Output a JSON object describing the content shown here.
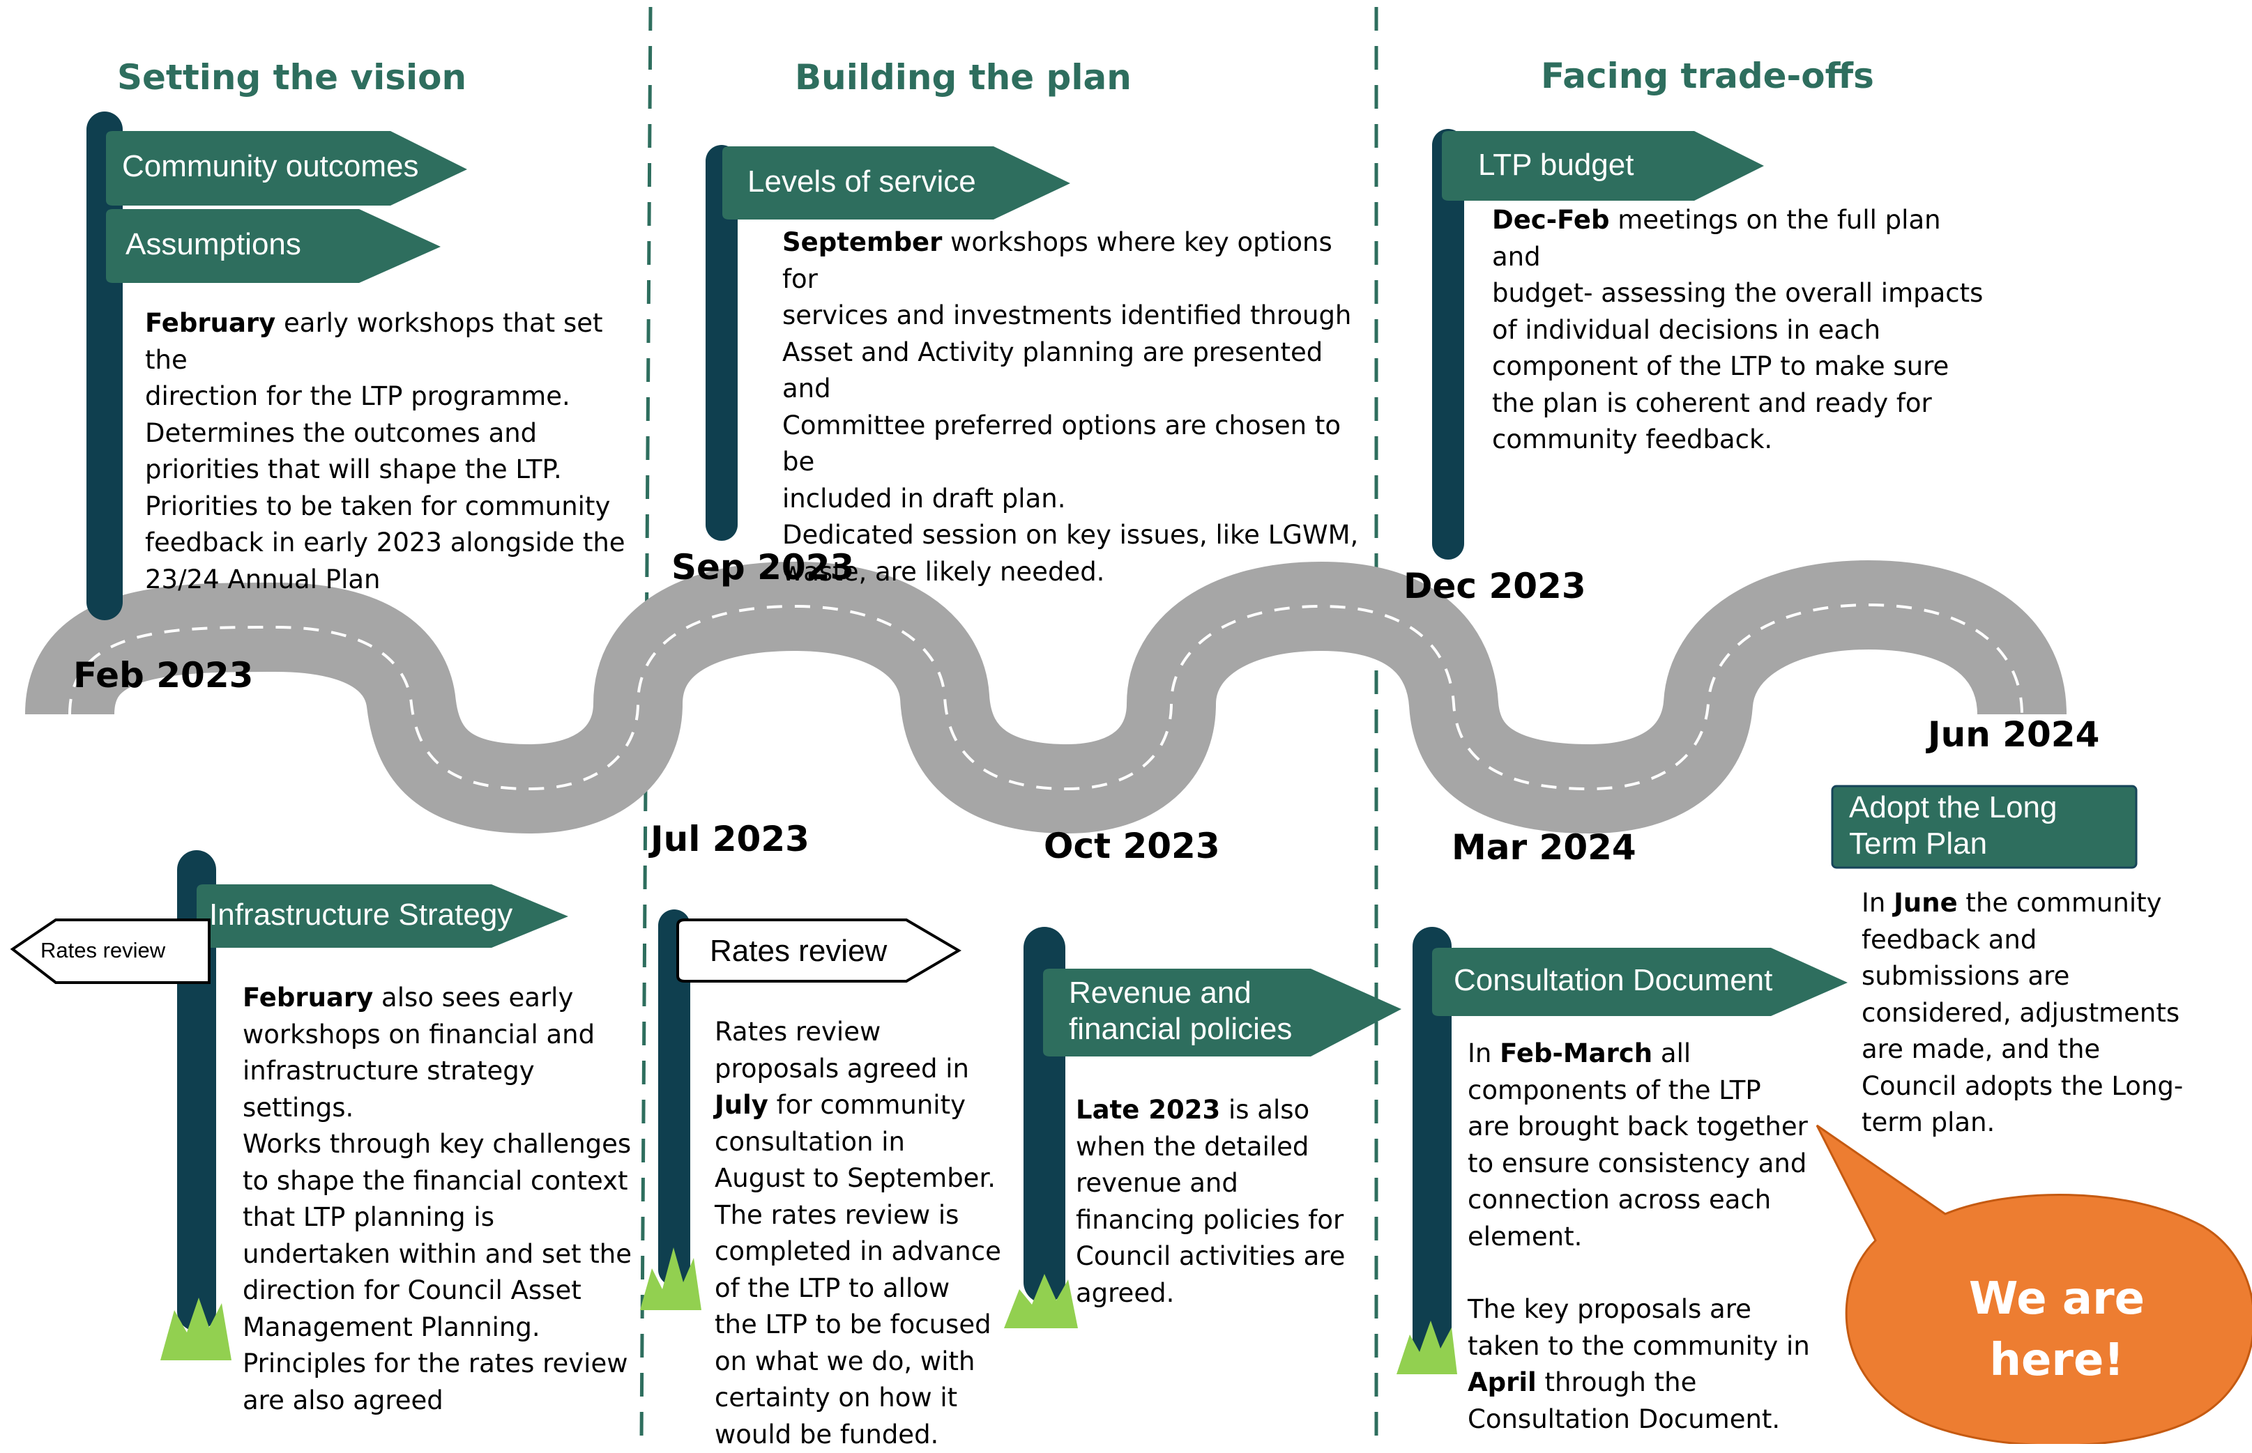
{
  "phases": [
    "Setting the vision",
    "Building the plan",
    "Facing trade-offs"
  ],
  "dates": {
    "feb2023": "Feb 2023",
    "sep2023": "Sep 2023",
    "dec2023": "Dec 2023",
    "jun2024": "Jun 2024",
    "jul2023": "Jul 2023",
    "oct2023": "Oct 2023",
    "mar2024": "Mar 2024"
  },
  "signs": {
    "community_outcomes": "Community  outcomes",
    "assumptions": "Assumptions",
    "levels_of_service": "Levels  of  service",
    "ltp_budget": "LTP  budget",
    "infrastructure_strategy": "Infrastructure  Strategy",
    "rates_review_small": "Rates review",
    "rates_review": "Rates  review",
    "revenue_line1": "Revenue  and",
    "revenue_line2": "financial  policies",
    "consultation_document": "Consultation  Document",
    "adopt_line1": "Adopt  the  Long",
    "adopt_line2": "Term  Plan"
  },
  "descriptions": {
    "feb_vision": {
      "bold": "February",
      "lines": [
        " early workshops that set the",
        "direction for the LTP programme.",
        "Determines the outcomes and",
        "priorities that will shape the LTP.",
        "Priorities to be taken for community",
        "feedback in early 2023 alongside the",
        "23/24 Annual Plan"
      ]
    },
    "sep_service": {
      "bold": "September",
      "lines": [
        " workshops where key options for",
        "services and investments identified through",
        "Asset and Activity planning are presented and",
        "Committee preferred options are chosen to be",
        "included in draft plan.",
        "Dedicated session on key issues, like LGWM,",
        "waste, are likely needed."
      ]
    },
    "dec_budget": {
      "bold": "Dec-Feb",
      "lines": [
        " meetings on the full plan and",
        "budget- assessing the overall impacts",
        "of individual decisions in each",
        "component of the LTP to make sure",
        "the plan is coherent and ready for",
        "community feedback."
      ]
    },
    "feb_infra": {
      "bold": "February",
      "lines": [
        " also sees early",
        "workshops on financial and",
        "infrastructure strategy",
        "settings.",
        "Works through key challenges",
        "to shape the financial context",
        "that LTP planning is",
        "undertaken within and set the",
        "direction for Council Asset",
        "Management Planning.",
        "Principles for the rates review",
        "are also agreed"
      ]
    },
    "jul_rates": {
      "line1": "Rates review",
      "line2": "proposals agreed in",
      "bold": "July",
      "line3_rest": " for community",
      "lines_after": [
        "consultation in",
        "August to September.",
        "The rates review is",
        "completed in advance",
        "of the LTP to allow",
        "the LTP to be focused",
        "on what we do, with",
        "certainty on how it",
        "would be funded."
      ]
    },
    "oct_revenue": {
      "bold": "Late 2023",
      "lines": [
        " is also",
        "when the detailed",
        "revenue and",
        "financing policies for",
        "Council activities are",
        "agreed."
      ]
    },
    "mar_consult": {
      "pre": "In ",
      "bold": "Feb-March",
      "post": " all",
      "lines": [
        "components of the LTP",
        "are brought back together",
        "to ensure consistency and",
        "connection across each",
        "element."
      ],
      "line_b1": "The key proposals are",
      "line_b2": "taken to the community in",
      "bold2": "April",
      "post2": " through the",
      "line_b4": "Consultation Document."
    },
    "jun_adopt": {
      "pre": "In ",
      "bold": "June",
      "post": " the community",
      "lines": [
        "feedback and",
        "submissions are",
        "considered, adjustments",
        "are made, and the",
        "Council adopts the Long-",
        "term plan."
      ]
    }
  },
  "bubble": {
    "line1": "We are",
    "line2": "here!"
  },
  "colors": {
    "post": "#0f3f4f",
    "sign": "#2e6e5e",
    "phase": "#2e6e5e",
    "road": "#a6a6a6",
    "divider": "#2e6e5e",
    "grass": "#92d050",
    "bubble": "#ed7d31"
  }
}
